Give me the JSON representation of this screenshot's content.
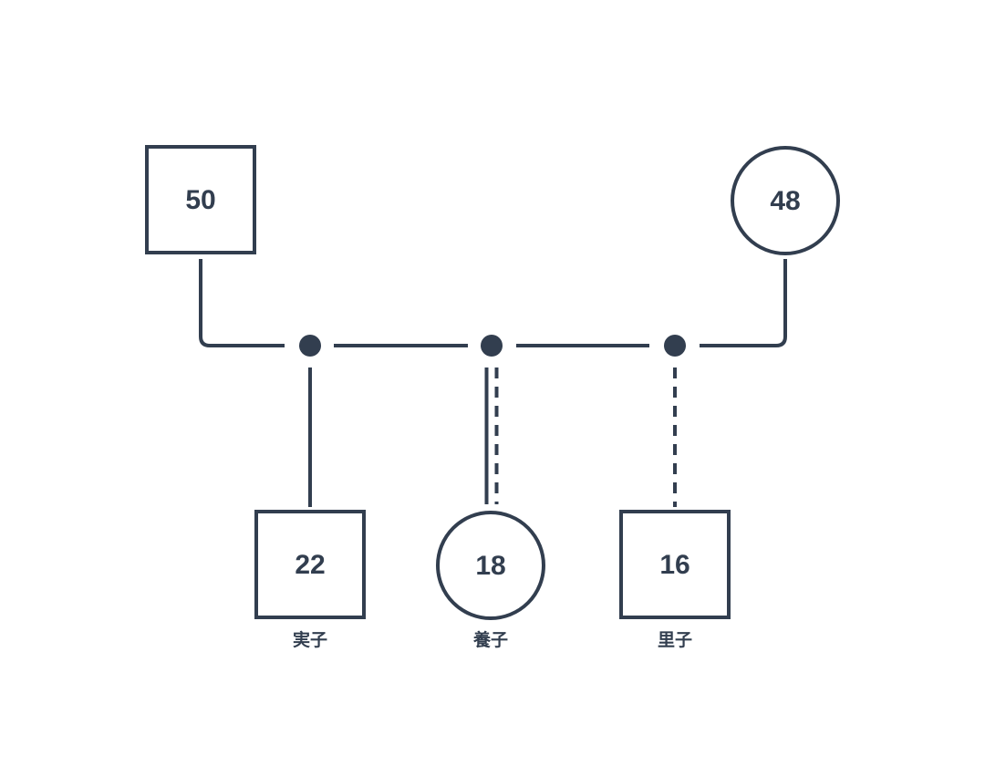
{
  "theme": {
    "ink": "#323e4f",
    "background": "#ffffff"
  },
  "diagram": {
    "type": "genogram-family-tree",
    "parents": {
      "father": {
        "age": "50",
        "shape": "square",
        "position": "top-left"
      },
      "mother": {
        "age": "48",
        "shape": "circle",
        "position": "top-right"
      }
    },
    "couple_link": {
      "style": "solid-elbow",
      "junction_dots": 3
    },
    "children": [
      {
        "age": "22",
        "label": "実子",
        "shape": "square",
        "link_style": "solid"
      },
      {
        "age": "18",
        "label": "養子",
        "shape": "circle",
        "link_style": "double-solid-dashed"
      },
      {
        "age": "16",
        "label": "里子",
        "shape": "square",
        "link_style": "dashed"
      }
    ]
  }
}
